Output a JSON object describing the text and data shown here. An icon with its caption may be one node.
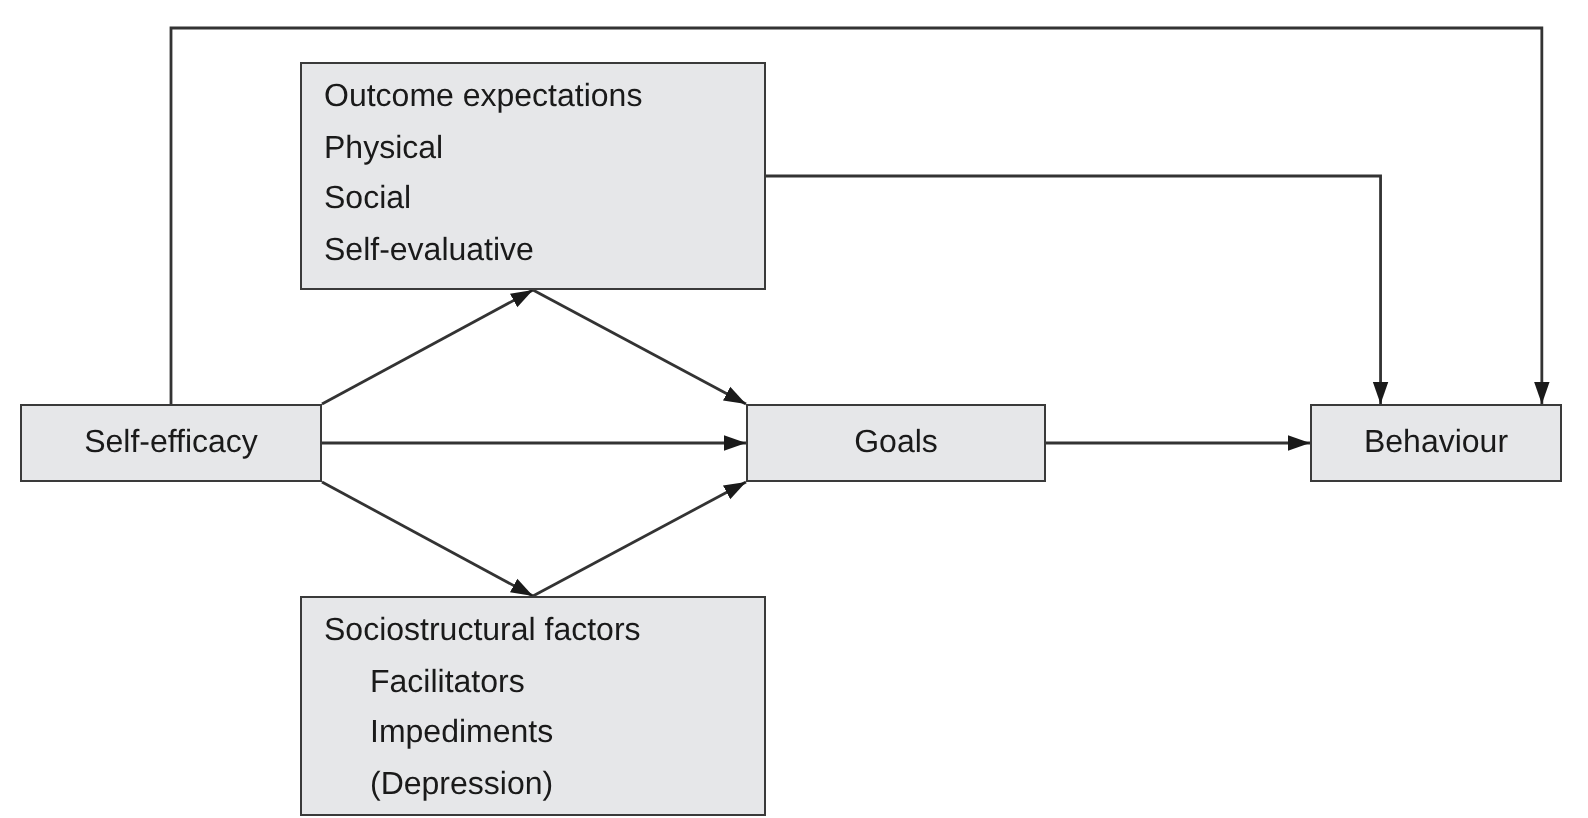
{
  "diagram": {
    "nodes": [
      {
        "text": [
          "Outcome expectations",
          "Physical",
          "Social",
          "Self-evaluative"
        ]
      },
      {
        "text": [
          "Self-efficacy"
        ]
      },
      {
        "text": [
          "Goals"
        ]
      },
      {
        "text": [
          "Behaviour"
        ]
      },
      {
        "text": [
          "Sociostructural factors",
          "Facilitators",
          "Impediments",
          "(Depression)"
        ]
      }
    ],
    "edges": [
      {
        "from": 1,
        "to": 0,
        "arrow": "to"
      },
      {
        "from": 1,
        "to": 2,
        "arrow": "to"
      },
      {
        "from": 1,
        "to": 4,
        "arrow": "to"
      },
      {
        "from": 0,
        "to": 2,
        "arrow": "to"
      },
      {
        "from": 4,
        "to": 2,
        "arrow": "to"
      },
      {
        "from": 2,
        "to": 3,
        "arrow": "to"
      },
      {
        "from": 0,
        "to": 3,
        "arrow": "to"
      },
      {
        "from": 1,
        "to": 3,
        "arrow": "to"
      }
    ]
  }
}
